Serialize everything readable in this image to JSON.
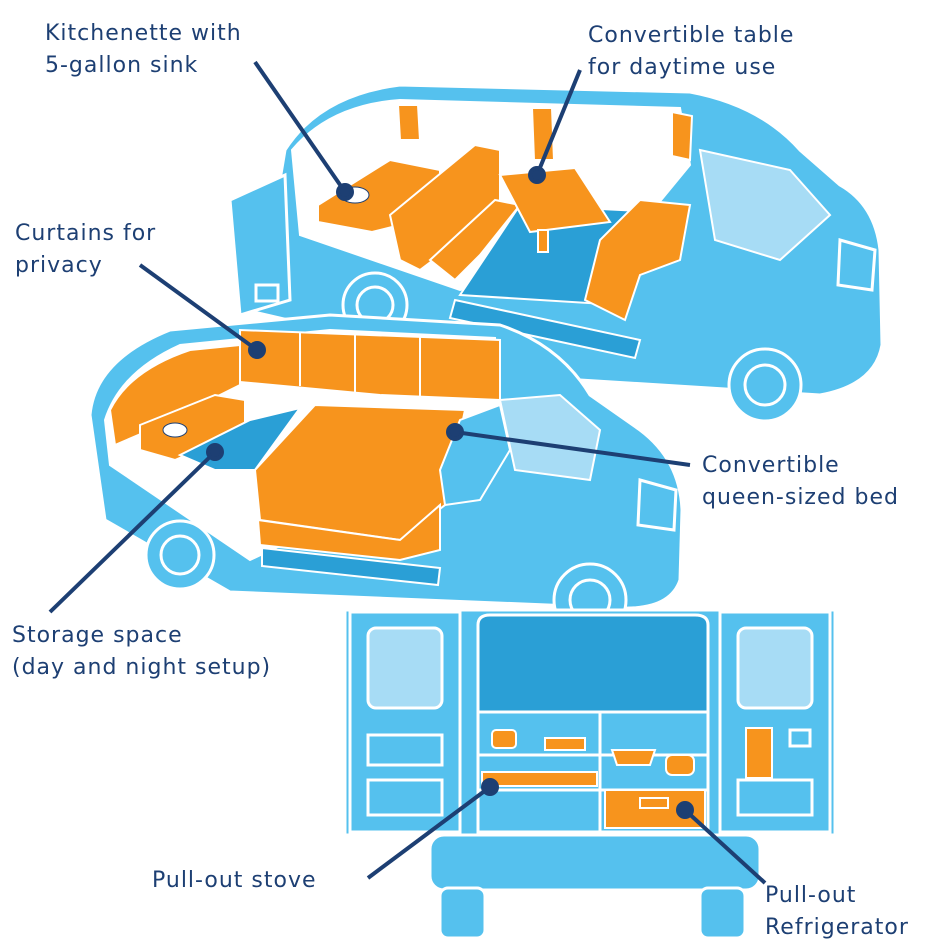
{
  "colors": {
    "van": "#55c1ee",
    "van_dark": "#2a9fd6",
    "van_light": "#a7dcf5",
    "outline": "#ffffff",
    "interior": "#f7941d",
    "callout_line": "#1d3f73",
    "label_text": "#1d3f73"
  },
  "callouts": {
    "kitchenette": {
      "line1": "Kitchenette with",
      "line2": "5-gallon sink"
    },
    "table": {
      "line1": "Convertible table",
      "line2": "for daytime use"
    },
    "curtains": {
      "line1": "Curtains for",
      "line2": "privacy"
    },
    "bed": {
      "line1": "Convertible",
      "line2": "queen-sized bed"
    },
    "storage": {
      "line1": "Storage space",
      "line2": "(day and night setup)"
    },
    "stove": {
      "line1": "Pull-out stove"
    },
    "fridge": {
      "line1": "Pull-out",
      "line2": "Refrigerator"
    }
  }
}
